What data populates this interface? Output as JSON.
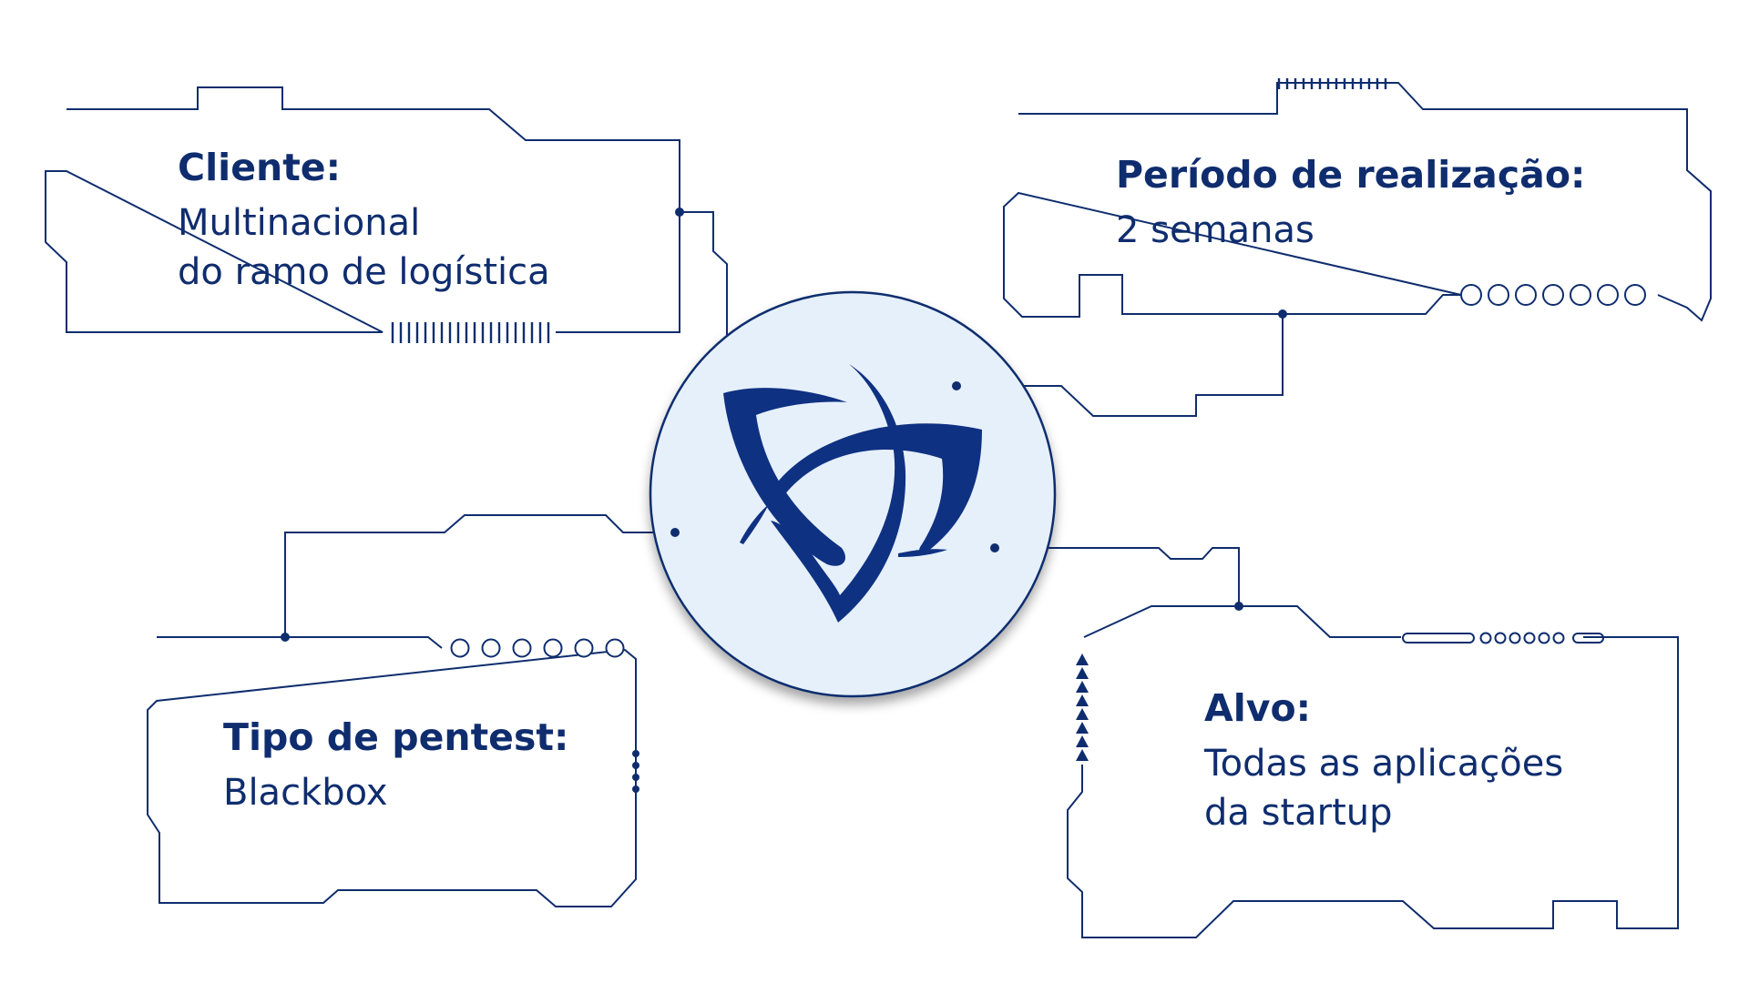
{
  "colors": {
    "stroke": "#0f2d6e",
    "hub_fill": "#e6f0fb",
    "logo": "#0f3182",
    "background": "#ffffff"
  },
  "center_logo": {
    "icon": "triskelion-logo-icon"
  },
  "cards": {
    "cliente": {
      "title": "Cliente:",
      "line1": "Multinacional",
      "line2": "do ramo de logística"
    },
    "periodo": {
      "title": "Período de realização:",
      "line1": "2 semanas"
    },
    "tipo": {
      "title": "Tipo de pentest:",
      "line1": "Blackbox"
    },
    "alvo": {
      "title": "Alvo:",
      "line1": "Todas as aplicações",
      "line2": "da startup"
    }
  }
}
